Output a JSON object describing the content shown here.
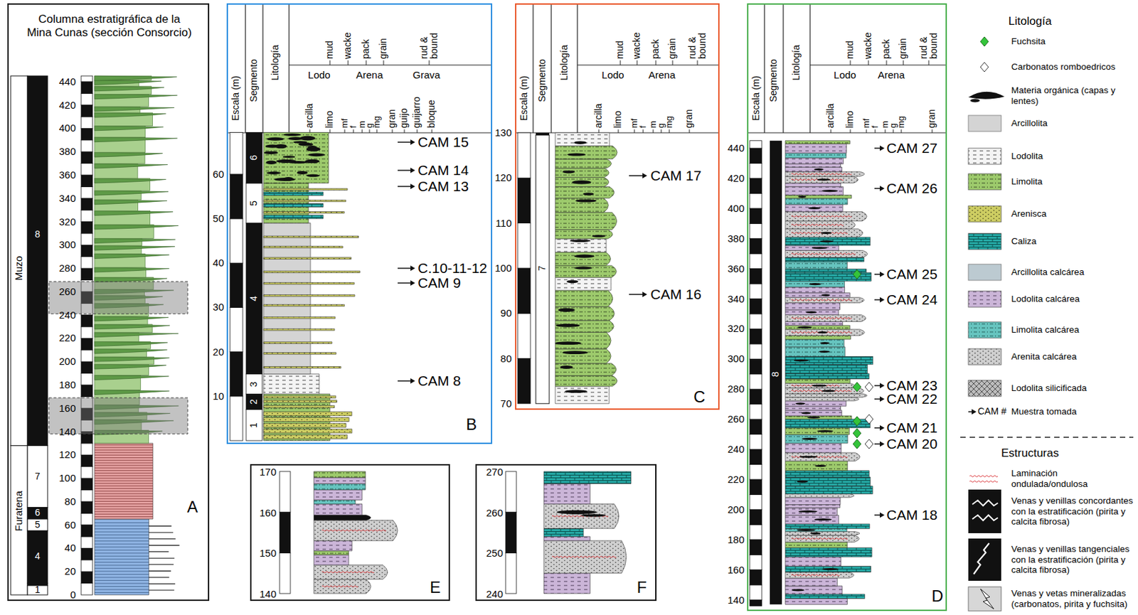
{
  "diagram": {
    "nodes": [
      {
        "text": [
          "Columna estratigráfica de la Mina Cunas (sección Consorcio)",
          "A"
        ]
      },
      {
        "text": [
          "B"
        ]
      },
      {
        "text": [
          "C"
        ]
      },
      {
        "text": [
          "D"
        ]
      },
      {
        "text": [
          "E"
        ]
      },
      {
        "text": [
          "F"
        ]
      }
    ],
    "labels": [
      "440",
      "420",
      "400",
      "380",
      "360",
      "340",
      "320",
      "300",
      "280",
      "260",
      "240",
      "220",
      "200",
      "180",
      "160",
      "140",
      "120",
      "100",
      "80",
      "60",
      "40",
      "20",
      "0",
      "Muzo",
      "Furatena",
      "8",
      "7",
      "6",
      "5",
      "4",
      "1",
      "Escala (m)",
      "Segmento",
      "Litología",
      "mud",
      "wacke",
      "pack",
      "grain",
      "rud & bound",
      "Lodo",
      "Arena",
      "Grava",
      "arcilla",
      "limo",
      "mf",
      "f",
      "m",
      "g",
      "mg",
      "gran",
      "guijo",
      "guijarro",
      "bloque",
      "60",
      "50",
      "40",
      "30",
      "20",
      "10",
      "6",
      "5",
      "4",
      "3",
      "2",
      "1",
      "CAM 15",
      "CAM 14",
      "CAM 13",
      "C.10-11-12",
      "CAM 9",
      "CAM 8",
      "Escala (m)",
      "Segmento",
      "Litología",
      "mud",
      "wacke",
      "pack",
      "grain",
      "rud & bound",
      "Lodo",
      "Arena",
      "arcilla",
      "limo",
      "mf",
      "f",
      "m",
      "g",
      "mg",
      "gran",
      "130",
      "120",
      "110",
      "100",
      "90",
      "80",
      "70",
      "7",
      "CAM 17",
      "CAM 16",
      "Escala (m)",
      "Segmento",
      "Litología",
      "mud",
      "wacke",
      "pack",
      "grain",
      "rud & bound",
      "Lodo",
      "Arena",
      "arcilla",
      "limo",
      "mf",
      "f",
      "m",
      "g",
      "mg",
      "gran",
      "440",
      "420",
      "400",
      "380",
      "360",
      "340",
      "320",
      "300",
      "280",
      "260",
      "240",
      "220",
      "200",
      "180",
      "160",
      "140",
      "8",
      "CAM 27",
      "CAM 26",
      "CAM 25",
      "CAM 24",
      "CAM 23",
      "CAM 22",
      "CAM 21",
      "CAM 20",
      "CAM 18",
      "170",
      "160",
      "150",
      "140",
      "270",
      "260",
      "250",
      "240",
      "Litología",
      "Estructuras",
      "CAM #"
    ],
    "legend": [
      {
        "text": "Fuchsita"
      },
      {
        "text": "Carbonatos romboedricos"
      },
      {
        "text": "Materia orgánica (capas y lentes)"
      },
      {
        "text": "Arcillolita",
        "color": "#d4d4d4"
      },
      {
        "text": "Lodolita"
      },
      {
        "text": "Limolita"
      },
      {
        "text": "Arenisca"
      },
      {
        "text": "Caliza"
      },
      {
        "text": "Arcillolita calcárea",
        "color": "#bccad1"
      },
      {
        "text": "Lodolita calcárea"
      },
      {
        "text": "Limolita calcárea"
      },
      {
        "text": "Arenita calcárea"
      },
      {
        "text": "Lodolita silicificada"
      },
      {
        "text": "Muestra tomada"
      },
      {
        "text": "Laminación ondulada/ondulosa"
      },
      {
        "text": "Venas y venillas concordantes con la estratificación (pirita y calcita fibrosa)"
      },
      {
        "text": "Venas y venillas tangenciales con la estratificación (pirita y calcita fibrosa)"
      },
      {
        "text": "Venas y vetas mineralizadas (carbonatos, pirita y fuchsita)"
      }
    ]
  }
}
